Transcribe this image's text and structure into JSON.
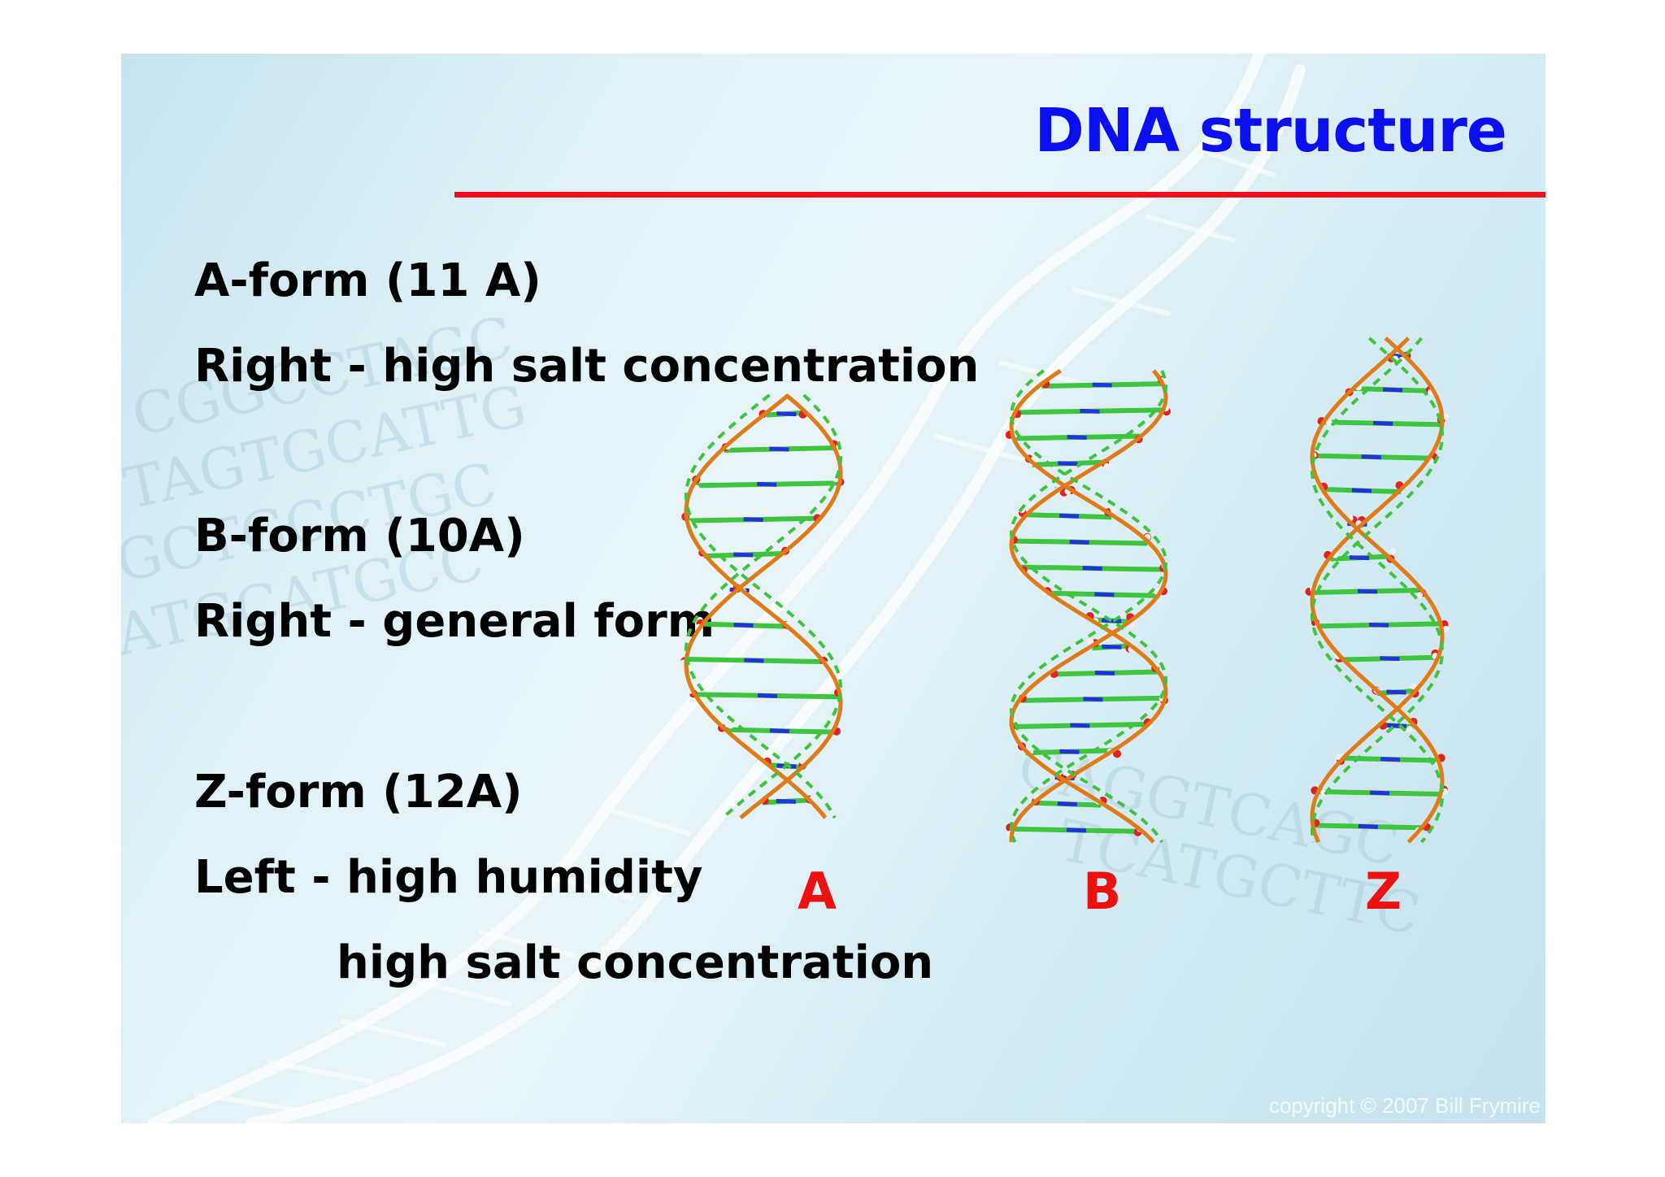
{
  "slide": {
    "title": "DNA structure",
    "lines": [
      "A-form (11 A)",
      "Right - high salt concentration",
      "B-form (10A)",
      "Right - general form",
      "Z-form (12A)",
      "Left - high humidity",
      "high salt concentration"
    ],
    "form_labels": [
      "A",
      "B",
      "Z"
    ],
    "copyright": "copyright © 2007 Bill Frymire"
  },
  "colors": {
    "title": "#0a0ff0",
    "rule": "#f0101b",
    "form_label": "#ee1111",
    "backbone": "#e07b1a",
    "carbon": "#3ec43e",
    "nitrogen": "#2233dd",
    "oxygen": "#e02222"
  }
}
